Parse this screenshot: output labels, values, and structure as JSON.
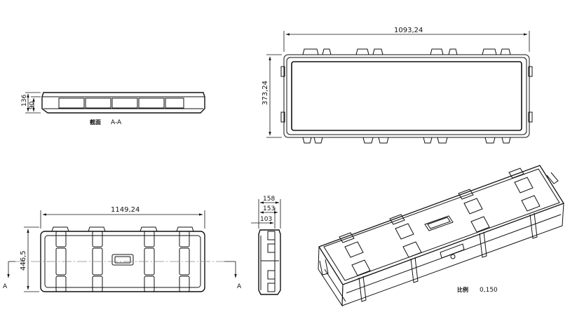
{
  "dimensions": {
    "top_width": "1093,24",
    "top_height": "373,24",
    "section_height_outer": "136",
    "section_height_inner": "90",
    "front_width": "1149,24",
    "front_height": "446,5",
    "side_d1": "158",
    "side_d2": "153",
    "side_d3": "103"
  },
  "labels": {
    "section_title_cn": "截面",
    "section_title": "A-A",
    "section_marker_left": "A",
    "section_marker_right": "A",
    "scale_label_cn": "比例",
    "scale_value": "0,150"
  }
}
